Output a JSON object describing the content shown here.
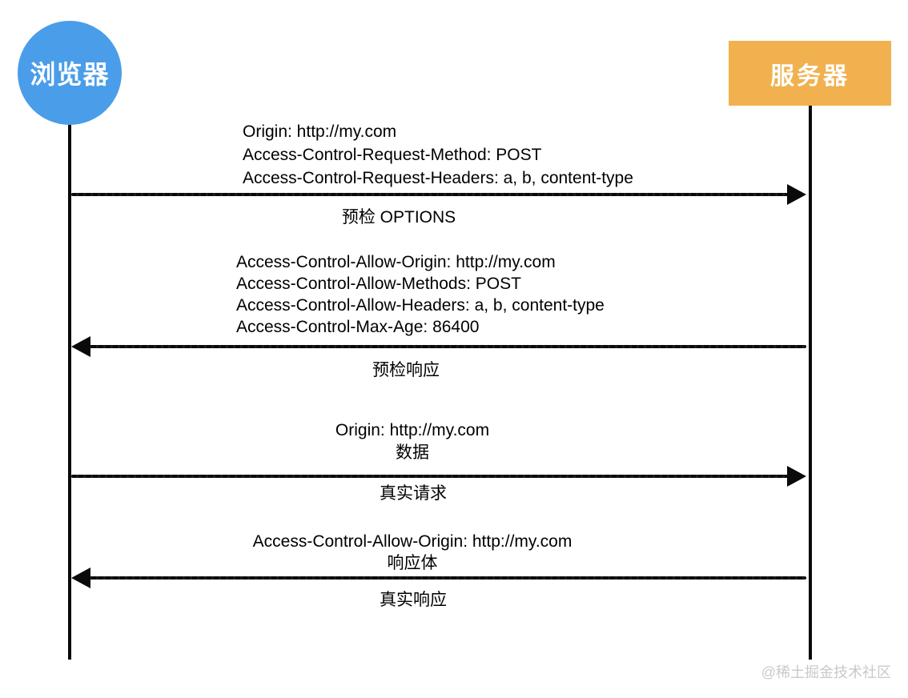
{
  "actors": {
    "browser": {
      "label": "浏览器"
    },
    "server": {
      "label": "服务器"
    }
  },
  "colors": {
    "browser": "#4a9de9",
    "server": "#f0b14e",
    "line": "#0a0a0a",
    "watermark": "#c9c9c9"
  },
  "messages": [
    {
      "direction": "right",
      "lines": [
        "Origin: http://my.com",
        "Access-Control-Request-Method: POST",
        "Access-Control-Request-Headers: a, b, content-type"
      ],
      "label": "预检 OPTIONS"
    },
    {
      "direction": "left",
      "lines": [
        "Access-Control-Allow-Origin: http://my.com",
        "Access-Control-Allow-Methods: POST",
        "Access-Control-Allow-Headers: a, b, content-type",
        "Access-Control-Max-Age: 86400"
      ],
      "label": "预检响应"
    },
    {
      "direction": "right",
      "lines": [
        "Origin: http://my.com",
        "数据"
      ],
      "label": "真实请求"
    },
    {
      "direction": "left",
      "lines": [
        "Access-Control-Allow-Origin: http://my.com",
        "响应体"
      ],
      "label": "真实响应"
    }
  ],
  "watermark": "@稀土掘金技术社区"
}
